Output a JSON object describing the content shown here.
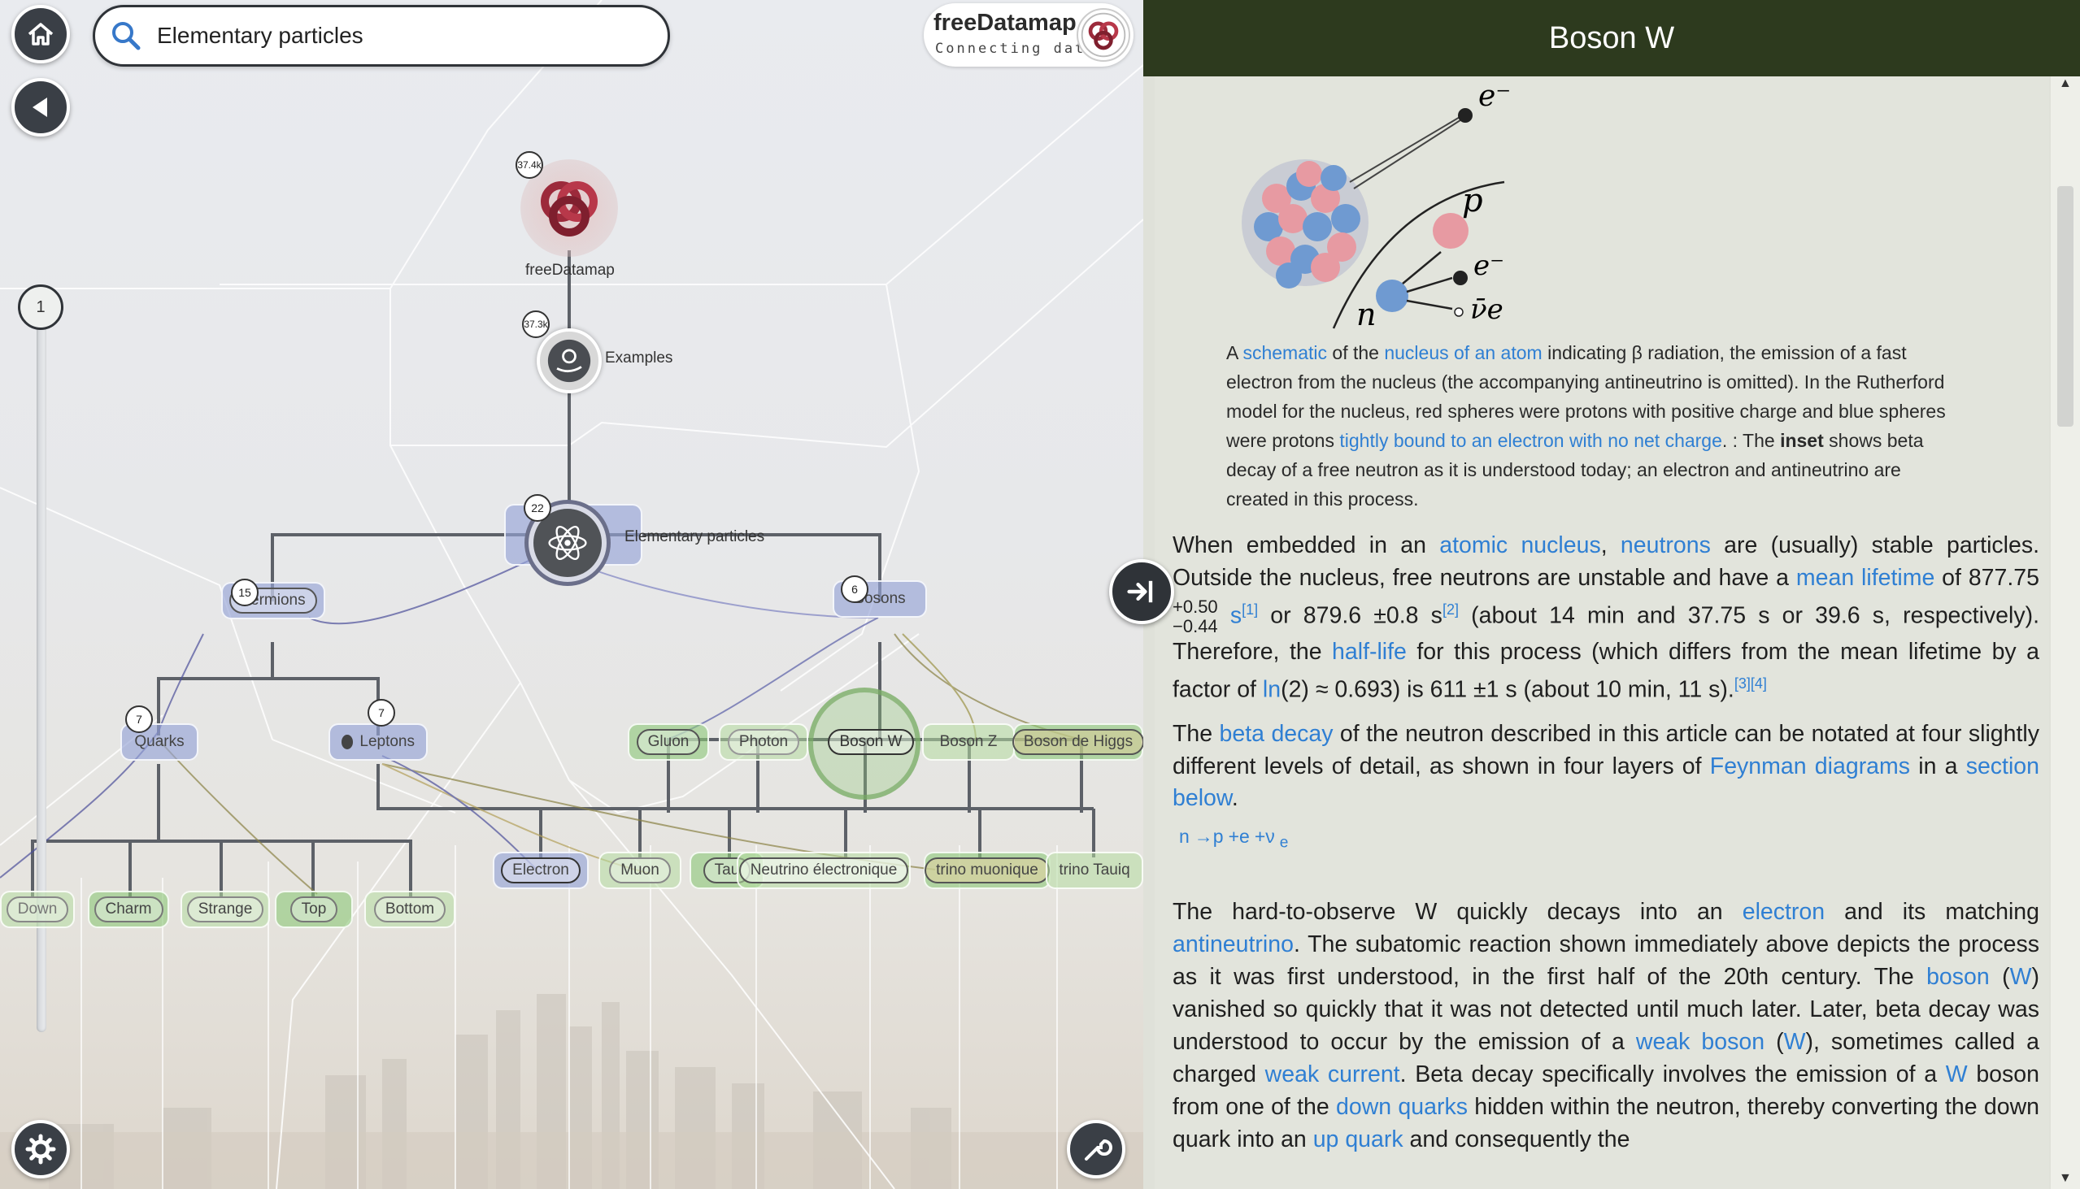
{
  "map": {
    "search": {
      "value": "Elementary particles"
    },
    "logo": {
      "brand": "freeDatamap",
      "tagline": "Connecting data"
    },
    "zoom_level": "1",
    "root": {
      "label": "freeDatamap",
      "count": "37.4k"
    },
    "examples": {
      "label": "Examples",
      "count": "37.3k"
    },
    "center": {
      "label": "Elementary particles",
      "count": "22"
    },
    "fermions": {
      "label": "Fermions",
      "count": "15"
    },
    "bosons": {
      "label": "Bosons",
      "count": "6"
    },
    "quarks": {
      "label": "Quarks",
      "count": "7"
    },
    "leptons": {
      "label": "Leptons",
      "count": "7"
    },
    "boson_children": [
      "Gluon",
      "Photon",
      "Boson W",
      "Boson Z",
      "Boson de Higgs"
    ],
    "quark_children": [
      "Down",
      "Charm",
      "Strange",
      "Top",
      "Bottom"
    ],
    "lepton_children": [
      "Electron",
      "Muon",
      "Tau",
      "Neutrino électronique",
      "trino muonique",
      "trino Tauiq"
    ]
  },
  "panel": {
    "title": "Boson W",
    "figure_labels": {
      "e_top": "e⁻",
      "p": "p",
      "e_mid": "e⁻",
      "nu": "ν̄e",
      "n": "n"
    },
    "caption": {
      "t1": "A ",
      "l1": "schematic",
      "t2": " of the ",
      "l2": "nucleus of an atom",
      "t3": " indicating β",
      "t3b": " radiation, the emission of a fast electron from the nucleus (the accompanying antineutrino is omitted). In the Rutherford model for the nucleus, red spheres were protons with positive charge and blue spheres were protons ",
      "l3": "tightly bound to an electron with no net charge",
      "t4": ". : The ",
      "t4b": "inset",
      "t5": " shows beta decay of a free neutron as it is understood today; an electron and antineutrino are created in this process."
    },
    "p1": {
      "t1": "When embedded in an ",
      "l1": "atomic nucleus",
      "t2": ", ",
      "l2": "neutrons",
      "t3": " are (usually) stable particles. Outside the nucleus, free neutrons are unstable and have a ",
      "l3": "mean lifetime",
      "t4": " of 877.75 ",
      "sup_up": "+0.50",
      "sup_down": "−0.44",
      "t5": " s",
      "ref1": "[1]",
      "t6": " or 879.6 ±0.8 s",
      "ref2": "[2]",
      "t7": " (about 14 min and 37.75 s or 39.6 s, respectively). Therefore, the ",
      "l4": "half-life",
      "t8": " for this process (which differs from the mean lifetime by a factor of ",
      "l5": "ln",
      "t9": "(2) ≈ 0.693) is 611 ±1 s (about 10 min, 11 s).",
      "ref3": "[3][4]"
    },
    "p2": {
      "t1": "The ",
      "l1": "beta decay",
      "t2": " of the neutron described in this article can be notated at four slightly different levels of detail, as shown in four layers of ",
      "l2": "Feynman diagrams",
      "t3": " in a ",
      "l3": "section below",
      "t4": "."
    },
    "formula": [
      "n",
      "→p",
      "+e",
      "+ν",
      "e"
    ],
    "p3": {
      "t1": "The hard-to-observe W",
      "t2": " quickly decays into an ",
      "l1": "electron",
      "t3": " and its matching ",
      "l2": "antineutrino",
      "t4": ". The subatomic reaction shown immediately above depicts the process as it was first understood, in the first half of the 20th century. The ",
      "l3": "boson",
      "t5": " (",
      "l4": "W",
      "t6": ") vanished so quickly that it was not detected until much later. Later, beta decay was understood to occur by the emission of a ",
      "l5": "weak boson",
      "t7": " (",
      "l6": "W",
      "t8": "), sometimes called a charged ",
      "l7": "weak current",
      "t9": ". Beta decay specifically involves the emission of a ",
      "l8": "W",
      "t10": " boson from one of the ",
      "l9": "down quarks",
      "t11": " hidden within the neutron, thereby converting the down quark into an ",
      "l10": "up quark",
      "t12": " and consequently the"
    }
  }
}
